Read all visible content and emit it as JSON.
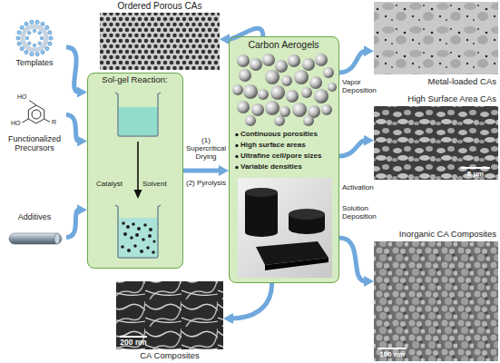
{
  "diagram": {
    "nodes": [
      {
        "text": [
          "Ordered Porous CAs"
        ]
      },
      {
        "text": [
          "Templates"
        ]
      },
      {
        "text": [
          "Functionalized Precursors"
        ]
      },
      {
        "text": [
          "Additives"
        ]
      },
      {
        "text": [
          "Sol-gel Reaction:",
          "Catalyst",
          "Solvent"
        ]
      },
      {
        "text": [
          "Carbon Aerogels",
          "Continuous porosities",
          "High surface areas",
          "Ultrafine cell/pore sizes",
          "Variable densities"
        ]
      },
      {
        "text": [
          "Metal-loaded CAs"
        ]
      },
      {
        "text": [
          "High Surface Area CAs"
        ]
      },
      {
        "text": [
          "Inorganic CA Composites"
        ]
      },
      {
        "text": [
          "CA Composites"
        ]
      }
    ],
    "edges": [
      {
        "from": 1,
        "to": 4,
        "arrow": "to"
      },
      {
        "from": 2,
        "to": 4,
        "arrow": "to"
      },
      {
        "from": 3,
        "to": 4,
        "arrow": "to"
      },
      {
        "from": 4,
        "to": 5,
        "label": "(1) Supercritical Drying",
        "arrow": "to"
      },
      {
        "from": 5,
        "to": 0,
        "arrow": "to"
      },
      {
        "from": 5,
        "to": 6,
        "label": "Vapor Deposition",
        "arrow": "to"
      },
      {
        "from": 5,
        "to": 7,
        "label": "Activation",
        "arrow": "to"
      },
      {
        "from": 5,
        "to": 8,
        "label": "Solution Deposition",
        "arrow": "to"
      },
      {
        "from": 5,
        "to": 9,
        "arrow": "to"
      }
    ],
    "labels": [
      "(2) Pyrolysis",
      "HO",
      "HO",
      "R",
      "5 µm",
      "100 nm",
      "200 nm"
    ]
  }
}
